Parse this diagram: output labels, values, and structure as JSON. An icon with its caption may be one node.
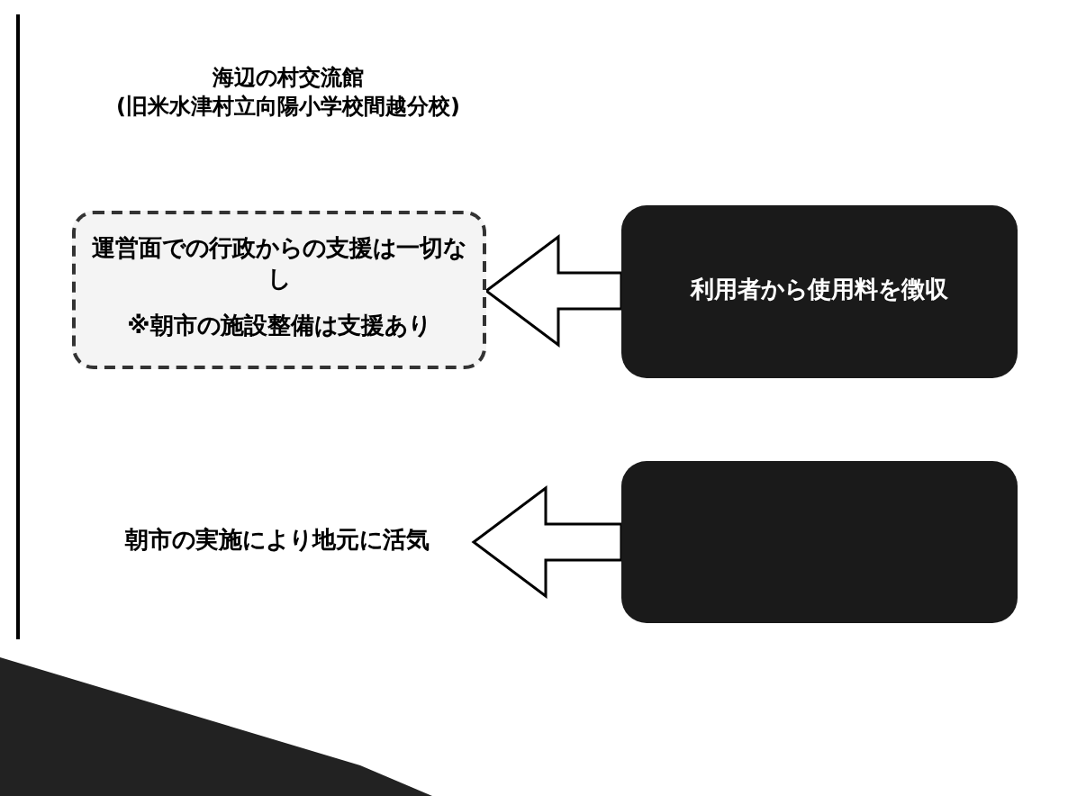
{
  "diagram": {
    "title": "海辺の村交流館 (旧米水津村立向陽小学校間越分校)",
    "nodes": [
      {
        "text": [
          "運営面での行政からの支援は一切なし",
          "※朝市の施設整備は支援あり"
        ]
      },
      {
        "text": [
          "利用者から使用料を徴収"
        ]
      },
      {
        "text": [
          "朝市の実施により地元に活気"
        ]
      },
      {
        "text": [],
        "shape": "box"
      }
    ],
    "edges": [
      {
        "from": 1,
        "to": 0,
        "arrow": "to"
      },
      {
        "from": 3,
        "to": 2,
        "arrow": "to"
      }
    ]
  }
}
